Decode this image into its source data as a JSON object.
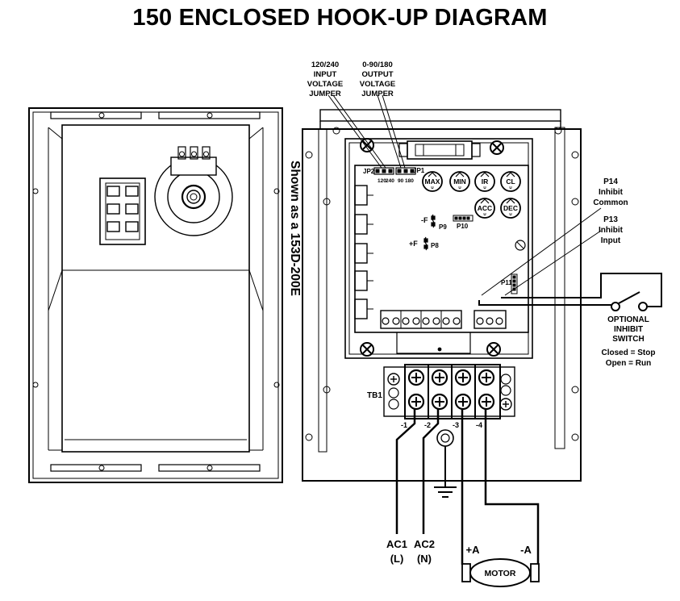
{
  "title": "150 ENCLOSED HOOK-UP DIAGRAM",
  "side_label": "Shown as a 153D-200E",
  "input_jumper_label": [
    "120/240",
    "INPUT",
    "VOLTAGE",
    "JUMPER"
  ],
  "output_jumper_label": [
    "0-90/180",
    "OUTPUT",
    "VOLTAGE",
    "JUMPER"
  ],
  "jp2": {
    "name": "JP2",
    "opts": [
      "120",
      "240"
    ]
  },
  "jp1": {
    "name": "JP1",
    "opts": [
      "90",
      "180"
    ]
  },
  "pots": [
    {
      "label": "MAX",
      "sub": "U"
    },
    {
      "label": "MIN",
      "sub": "U"
    },
    {
      "label": "IR",
      "sub": "U"
    },
    {
      "label": "CL",
      "sub": "U"
    },
    {
      "label": "ACC",
      "sub": "U"
    },
    {
      "label": "DEC",
      "sub": "U"
    }
  ],
  "header_labels": {
    "f_minus": "-F",
    "p9": "P9",
    "p10": "P10",
    "f_plus": "+F",
    "p8": "P8",
    "p11": "P11"
  },
  "p14_label": [
    "P14",
    "Inhibit",
    "Common"
  ],
  "p13_label": [
    "P13",
    "Inhibit",
    "Input"
  ],
  "switch_label": [
    "OPTIONAL",
    "INHIBIT",
    "SWITCH"
  ],
  "switch_states": [
    "Closed = Stop",
    "Open = Run"
  ],
  "tb1": {
    "name": "TB1",
    "terminals": [
      "-1",
      "-2",
      "-3",
      "-4"
    ]
  },
  "ac_labels": [
    {
      "name": "AC1",
      "sub": "(L)"
    },
    {
      "name": "AC2",
      "sub": "(N)"
    }
  ],
  "motor": {
    "label": "MOTOR",
    "plus": "+A",
    "minus": "-A"
  }
}
